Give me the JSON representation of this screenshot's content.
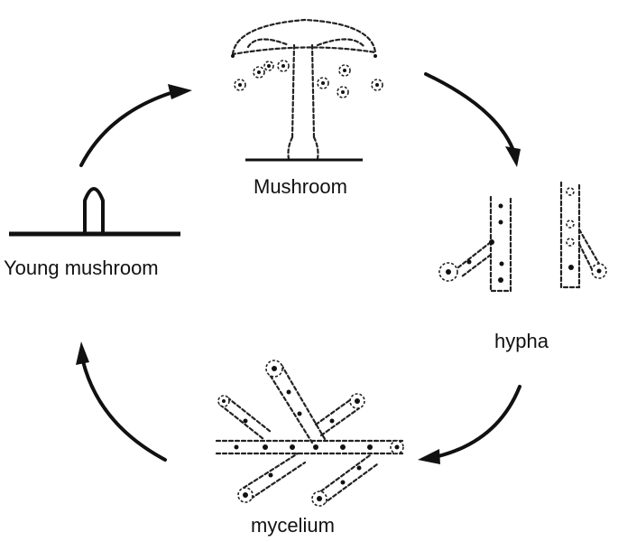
{
  "labels": {
    "mushroom": "Mushroom",
    "hypha": "hypha",
    "mycelium": "mycelium",
    "young_mushroom": "Young mushroom"
  },
  "colors": {
    "ink": "#111111",
    "background": "#ffffff"
  }
}
